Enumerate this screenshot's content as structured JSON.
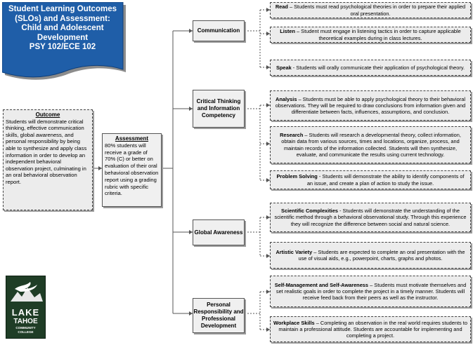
{
  "title": {
    "line1": "Student Learning Outcomes",
    "line2": "(SLOs) and Assessment:",
    "line3": "Child and Adolescent",
    "line4": "Development",
    "line5": "PSY 102/ECE 102"
  },
  "outcome": {
    "heading": "Outcome",
    "text": "Students will demonstrate critical thinking, effective communication skills, global awareness, and personal responsibility by being able to synthesize and apply class information in order to develop an independent behavioral observation project, culminating in an oral behavioral observation report."
  },
  "assessment": {
    "heading": "Assessment",
    "text": "80% students will receive a grade of 70% (C) or better on evaluation of their oral behavioral observation report using a grading rubric with specific criteria."
  },
  "categories": [
    {
      "label": "Communication"
    },
    {
      "label": "Critical Thinking and Information Competency"
    },
    {
      "label": "Global Awareness"
    },
    {
      "label": "Personal Responsibility and Professional Development"
    }
  ],
  "details": [
    {
      "term": "Read",
      "text": " – Students must read psychological theories in order to prepare their applied oral presentation."
    },
    {
      "term": "Listen",
      "text": " – Student must engage in listening tactics in order to capture applicable theoretical examples during in class lectures."
    },
    {
      "term": "Speak",
      "text": " - Students will orally communicate their application of psychological theory."
    },
    {
      "term": "Analysis",
      "text": " – Students must be able to apply psychological theory to their behavioral observations. They will be required to draw conclusions from information given and differentiate between facts, influences, assumptions, and conclusion."
    },
    {
      "term": "Research",
      "text": " – Students will research a developmental theory, collect information, obtain data from various sources, times and locations, organize, process, and maintain records of the information collected. Students will then synthesize, evaluate, and communicate the results using current technology."
    },
    {
      "term": "Problem Solving",
      "text": " - Students will demonstrate the ability to identify components of an issue, and create a plan of action to study the issue."
    },
    {
      "term": "Scientific Complexities",
      "text": " - Students will demonstrate the understanding of the scientific method through a behavioral observational study. Through this experience they will recognize the difference between social and natural science."
    },
    {
      "term": "Artistic Variety",
      "text": " – Students are expected to complete an oral presentation with the use of visual aids, e.g., powerpoint, charts, graphs and photos."
    },
    {
      "term": "Self-Management and Self-Awareness",
      "text": " – Students must motivate themselves and set realistic goals in order to complete the project in a timely manner. Students will receive feed back from their peers as well as the instructor."
    },
    {
      "term": "Workplace Skills",
      "text": " – Completing an observation in the real world requires students to maintain a professional attitude. Students are accountable for implementing and completing a project."
    }
  ],
  "logo": {
    "line1": "LAKE",
    "line2": "TAHOE",
    "line3": "COMMUNITY COLLEGE"
  },
  "colors": {
    "title_fill": "#1f5ea8",
    "logo_bg": "#1f3d26",
    "box_fill": "#f0f0f0"
  }
}
